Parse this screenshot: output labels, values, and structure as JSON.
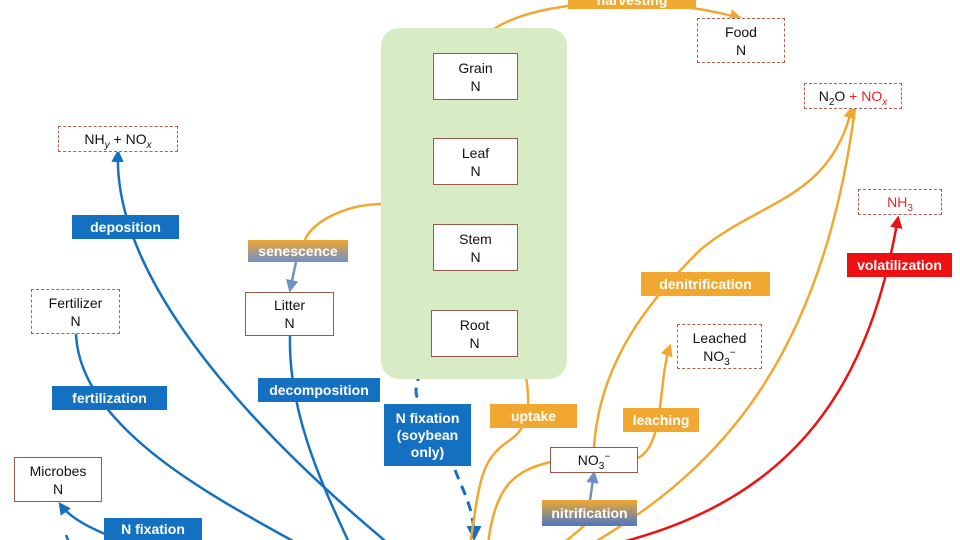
{
  "boxes": {
    "grain": {
      "l1": "Grain",
      "l2": "N"
    },
    "leaf": {
      "l1": "Leaf",
      "l2": "N"
    },
    "stem": {
      "l1": "Stem",
      "l2": "N"
    },
    "root": {
      "l1": "Root",
      "l2": "N"
    },
    "food": {
      "l1": "Food",
      "l2": "N"
    },
    "litter": {
      "l1": "Litter",
      "l2": "N"
    },
    "fertilizer": {
      "l1": "Fertilizer",
      "l2": "N"
    },
    "microbes": {
      "l1": "Microbes",
      "l2": "N"
    },
    "nhy_nox": {
      "a": "NH",
      "a_sub": "y",
      "plus": " + NO",
      "b_sub": "x"
    },
    "n2o_nox": {
      "a": "N",
      "a_sub": "2",
      "b": "O",
      "plus": " + NO",
      "b_sub": "x"
    },
    "nh3": {
      "a": "NH",
      "a_sub": "3"
    },
    "no3": {
      "a": "NO",
      "a_sub": "3",
      "a_sup": "−"
    },
    "leached": {
      "l1": "Leached",
      "a": "NO",
      "a_sub": "3",
      "a_sup": "−"
    }
  },
  "labels": {
    "harvesting": "harvesting",
    "deposition": "deposition",
    "senescence": "senescence",
    "fertilization": "fertilization",
    "decomposition": "decomposition",
    "n_fixation_soy_1": "N fixation",
    "n_fixation_soy_2": "(soybean",
    "n_fixation_soy_3": "only)",
    "uptake": "uptake",
    "denitrification": "denitrification",
    "volatilization": "volatilization",
    "leaching": "leaching",
    "nitrification": "nitrification",
    "n_fixation": "N fixation"
  },
  "colors": {
    "blue": "#1470c0",
    "orange": "#f0a830",
    "red": "#ee1111",
    "plant_bg": "#d7ecc4",
    "steel": "#6f8fc8"
  }
}
